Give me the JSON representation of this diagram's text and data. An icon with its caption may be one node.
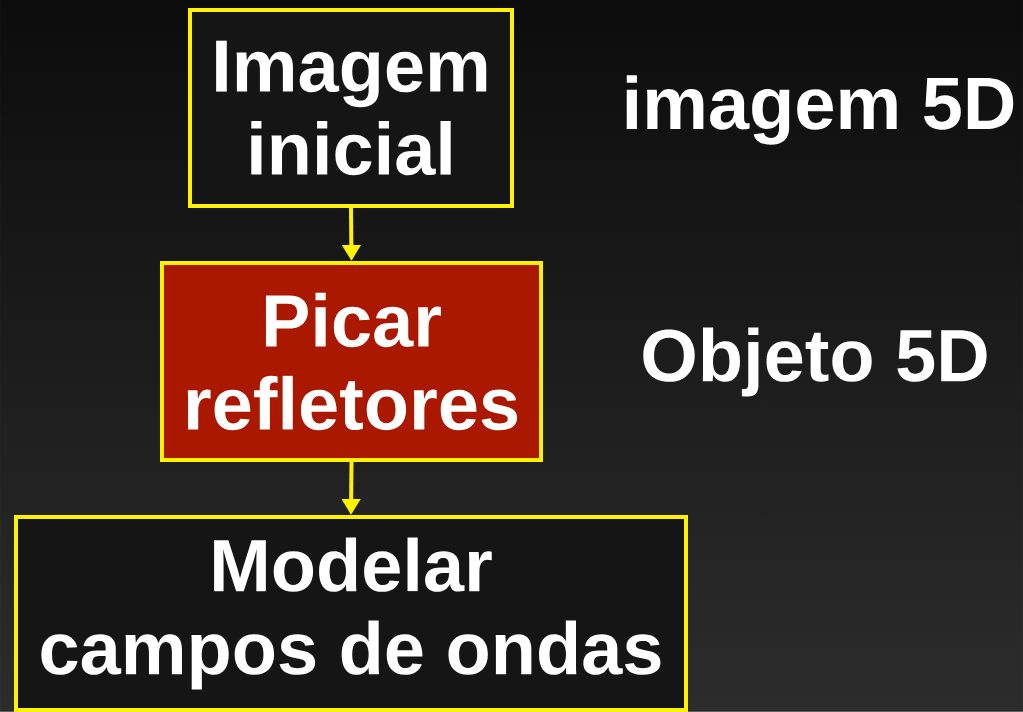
{
  "diagram": {
    "nodes": [
      {
        "text": [
          "Imagem inicial"
        ]
      },
      {
        "text": [
          "Picar refletores"
        ]
      },
      {
        "text": [
          "Modelar campos de ondas"
        ]
      }
    ],
    "edges": [
      {
        "from": 0,
        "to": 1,
        "arrow": "to"
      },
      {
        "from": 1,
        "to": 2,
        "arrow": "to"
      }
    ],
    "labels": [
      "imagem 5D",
      "Objeto 5D"
    ]
  }
}
